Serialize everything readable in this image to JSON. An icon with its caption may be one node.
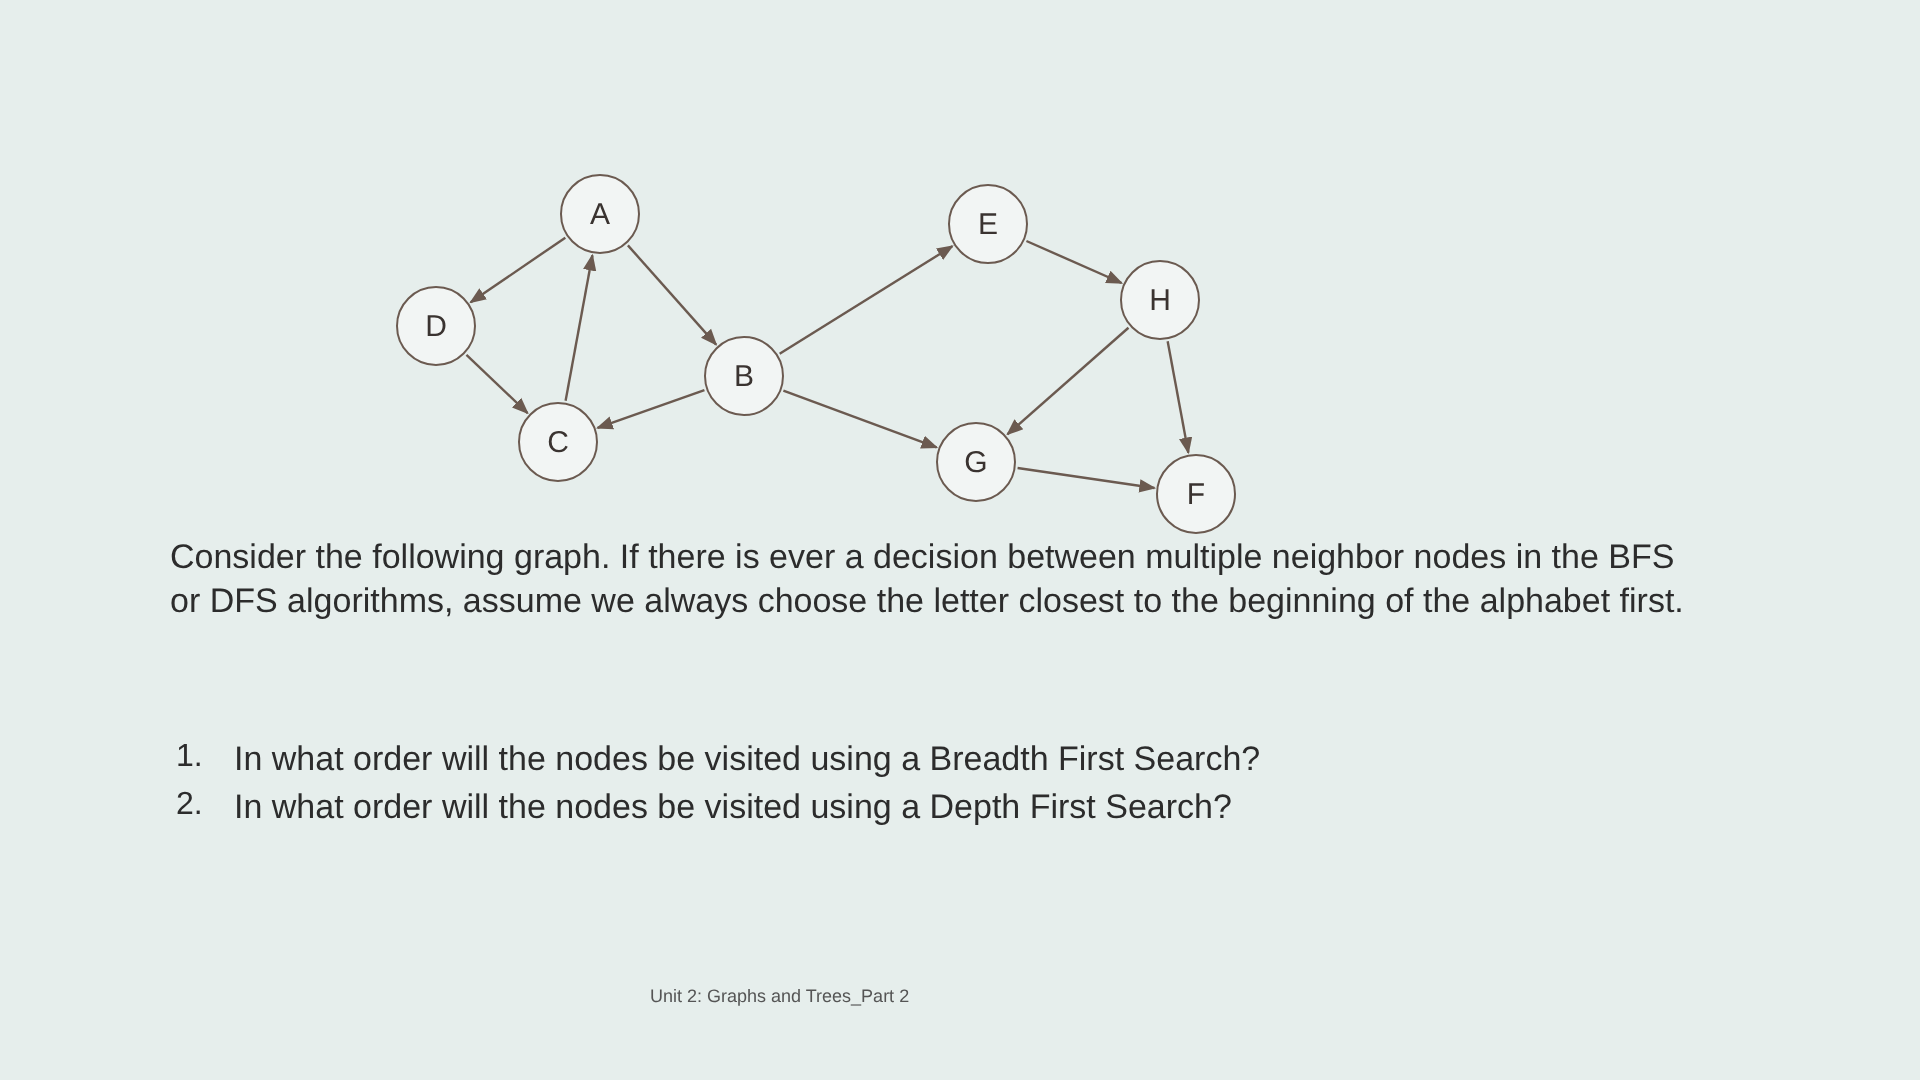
{
  "diagram": {
    "nodes": [
      {
        "text": [
          "A"
        ]
      },
      {
        "text": [
          "E"
        ]
      },
      {
        "text": [
          "D"
        ]
      },
      {
        "text": [
          "H"
        ]
      },
      {
        "text": [
          "B"
        ]
      },
      {
        "text": [
          "C"
        ]
      },
      {
        "text": [
          "G"
        ]
      },
      {
        "text": [
          "F"
        ]
      }
    ],
    "edges": [
      {
        "from": 0,
        "to": 2,
        "arrow": "to"
      },
      {
        "from": 0,
        "to": 4,
        "arrow": "to"
      },
      {
        "from": 5,
        "to": 0,
        "arrow": "to"
      },
      {
        "from": 2,
        "to": 5,
        "arrow": "to"
      },
      {
        "from": 4,
        "to": 5,
        "arrow": "to"
      },
      {
        "from": 4,
        "to": 1,
        "arrow": "to"
      },
      {
        "from": 4,
        "to": 6,
        "arrow": "to"
      },
      {
        "from": 1,
        "to": 3,
        "arrow": "to"
      },
      {
        "from": 3,
        "to": 6,
        "arrow": "to"
      },
      {
        "from": 3,
        "to": 7,
        "arrow": "to"
      },
      {
        "from": 6,
        "to": 7,
        "arrow": "to"
      }
    ],
    "labels": [
      "Consider the following graph. If there is ever a decision between multiple neighbor nodes in the BFS or DFS algorithms, assume we always choose the letter closest to the beginning of the alphabet first.",
      "1.",
      "In what order will the nodes be visited using a Breadth First Search?",
      "2.",
      "In what order will the nodes be visited using a Depth First Search?",
      "Unit 2: Graphs and Trees_Part 2"
    ]
  }
}
